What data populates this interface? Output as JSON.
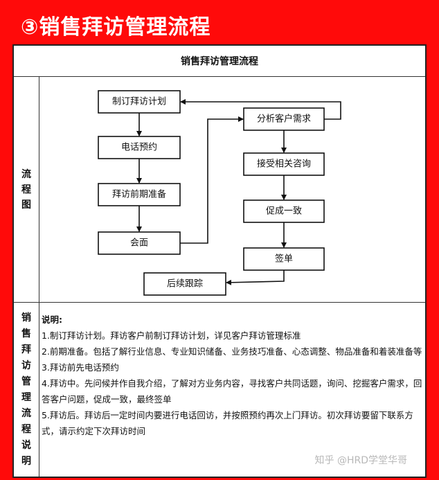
{
  "header": {
    "title": "③销售拜访管理流程"
  },
  "sheet": {
    "title": "销售拜访管理流程",
    "flow_label": [
      "流",
      "程",
      "图"
    ],
    "notes_label": [
      "销",
      "售",
      "拜",
      "访",
      "管",
      "理",
      "流",
      "程",
      "说",
      "明"
    ]
  },
  "flow": {
    "steps": {
      "plan": "制订拜访计划",
      "call": "电话预约",
      "prep": "拜访前期准备",
      "meet": "会面",
      "analyze": "分析客户需求",
      "accept": "接受相关咨询",
      "agree": "促成一致",
      "sign": "签单",
      "follow": "后续跟踪"
    }
  },
  "notes": {
    "heading": "说明:",
    "items": [
      "1.制订拜访计划。拜访客户前制订拜访计划，详见客户拜访管理标准",
      "2.前期准备。包括了解行业信息、专业知识储备、业务技巧准备、心态调整、物品准备和着装准备等",
      "3.拜访前先电话预约",
      "4.拜访中。先问候并作自我介绍，了解对方业务内容，寻找客户共同话题，询问、挖掘客户需求，回答客户问题，促成一致，最终签单",
      "5.拜访后。拜访后一定时间内要进行电话回访，并按照预约再次上门拜访。初次拜访要留下联系方式，请示约定下次拜访时间"
    ]
  },
  "watermark": "知乎 @HRD学堂华哥"
}
